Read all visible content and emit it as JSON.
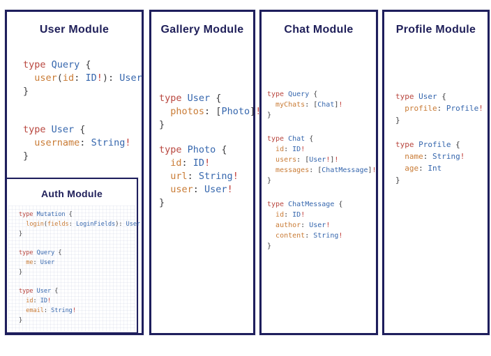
{
  "colors": {
    "keyword_red": "#b8463e",
    "type_blue": "#3566ad",
    "field_orange": "#c97b35",
    "punctuation_dark": "#3d3d3f",
    "bang_red": "#c03a35",
    "title_navy": "#20205a",
    "border_navy": "#1e1e5c"
  },
  "modules": [
    {
      "name": "user",
      "title": "User Module",
      "blocks": [
        [
          [
            [
              "k",
              "type "
            ],
            [
              "t",
              "Query "
            ],
            [
              "p",
              "{"
            ]
          ],
          [
            [
              "p",
              "  "
            ],
            [
              "f",
              "user"
            ],
            [
              "p",
              "("
            ],
            [
              "f",
              "id"
            ],
            [
              "p",
              ": "
            ],
            [
              "t",
              "ID"
            ],
            [
              "b",
              "!"
            ],
            [
              "p",
              "): "
            ],
            [
              "t",
              "User"
            ]
          ],
          [
            [
              "p",
              "}"
            ]
          ]
        ],
        [
          [
            [
              "k",
              "type "
            ],
            [
              "t",
              "User "
            ],
            [
              "p",
              "{"
            ]
          ],
          [
            [
              "p",
              "  "
            ],
            [
              "f",
              "username"
            ],
            [
              "p",
              ": "
            ],
            [
              "t",
              "String"
            ],
            [
              "b",
              "!"
            ]
          ],
          [
            [
              "p",
              "}"
            ]
          ]
        ]
      ]
    },
    {
      "name": "gallery",
      "title": "Gallery Module",
      "blocks": [
        [
          [
            [
              "k",
              "type "
            ],
            [
              "t",
              "User "
            ],
            [
              "p",
              "{"
            ]
          ],
          [
            [
              "p",
              "  "
            ],
            [
              "f",
              "photos"
            ],
            [
              "p",
              ": ["
            ],
            [
              "t",
              "Photo"
            ],
            [
              "p",
              "]"
            ],
            [
              "b",
              "!"
            ]
          ],
          [
            [
              "p",
              "}"
            ]
          ]
        ],
        [
          [
            [
              "k",
              "type "
            ],
            [
              "t",
              "Photo "
            ],
            [
              "p",
              "{"
            ]
          ],
          [
            [
              "p",
              "  "
            ],
            [
              "f",
              "id"
            ],
            [
              "p",
              ": "
            ],
            [
              "t",
              "ID"
            ],
            [
              "b",
              "!"
            ]
          ],
          [
            [
              "p",
              "  "
            ],
            [
              "f",
              "url"
            ],
            [
              "p",
              ": "
            ],
            [
              "t",
              "String"
            ],
            [
              "b",
              "!"
            ]
          ],
          [
            [
              "p",
              "  "
            ],
            [
              "f",
              "user"
            ],
            [
              "p",
              ": "
            ],
            [
              "t",
              "User"
            ],
            [
              "b",
              "!"
            ]
          ],
          [
            [
              "p",
              "}"
            ]
          ]
        ]
      ]
    },
    {
      "name": "chat",
      "title": "Chat Module",
      "blocks": [
        [
          [
            [
              "k",
              "type "
            ],
            [
              "t",
              "Query "
            ],
            [
              "p",
              "{"
            ]
          ],
          [
            [
              "p",
              "  "
            ],
            [
              "f",
              "myChats"
            ],
            [
              "p",
              ": ["
            ],
            [
              "t",
              "Chat"
            ],
            [
              "p",
              "]"
            ],
            [
              "b",
              "!"
            ]
          ],
          [
            [
              "p",
              "}"
            ]
          ]
        ],
        [
          [
            [
              "k",
              "type "
            ],
            [
              "t",
              "Chat "
            ],
            [
              "p",
              "{"
            ]
          ],
          [
            [
              "p",
              "  "
            ],
            [
              "f",
              "id"
            ],
            [
              "p",
              ": "
            ],
            [
              "t",
              "ID"
            ],
            [
              "b",
              "!"
            ]
          ],
          [
            [
              "p",
              "  "
            ],
            [
              "f",
              "users"
            ],
            [
              "p",
              ": ["
            ],
            [
              "t",
              "User"
            ],
            [
              "b",
              "!"
            ],
            [
              "p",
              "]"
            ],
            [
              "b",
              "!"
            ]
          ],
          [
            [
              "p",
              "  "
            ],
            [
              "f",
              "messages"
            ],
            [
              "p",
              ": ["
            ],
            [
              "t",
              "ChatMessage"
            ],
            [
              "p",
              "]"
            ],
            [
              "b",
              "!"
            ]
          ],
          [
            [
              "p",
              "}"
            ]
          ]
        ],
        [
          [
            [
              "k",
              "type "
            ],
            [
              "t",
              "ChatMessage "
            ],
            [
              "p",
              "{"
            ]
          ],
          [
            [
              "p",
              "  "
            ],
            [
              "f",
              "id"
            ],
            [
              "p",
              ": "
            ],
            [
              "t",
              "ID"
            ],
            [
              "b",
              "!"
            ]
          ],
          [
            [
              "p",
              "  "
            ],
            [
              "f",
              "author"
            ],
            [
              "p",
              ": "
            ],
            [
              "t",
              "User"
            ],
            [
              "b",
              "!"
            ]
          ],
          [
            [
              "p",
              "  "
            ],
            [
              "f",
              "content"
            ],
            [
              "p",
              ": "
            ],
            [
              "t",
              "String"
            ],
            [
              "b",
              "!"
            ]
          ],
          [
            [
              "p",
              "}"
            ]
          ]
        ]
      ]
    },
    {
      "name": "profile",
      "title": "Profile Module",
      "blocks": [
        [
          [
            [
              "k",
              "type "
            ],
            [
              "t",
              "User "
            ],
            [
              "p",
              "{"
            ]
          ],
          [
            [
              "p",
              "  "
            ],
            [
              "f",
              "profile"
            ],
            [
              "p",
              ": "
            ],
            [
              "t",
              "Profile"
            ],
            [
              "b",
              "!"
            ]
          ],
          [
            [
              "p",
              "}"
            ]
          ]
        ],
        [
          [
            [
              "k",
              "type "
            ],
            [
              "t",
              "Profile "
            ],
            [
              "p",
              "{"
            ]
          ],
          [
            [
              "p",
              "  "
            ],
            [
              "f",
              "name"
            ],
            [
              "p",
              ": "
            ],
            [
              "t",
              "String"
            ],
            [
              "b",
              "!"
            ]
          ],
          [
            [
              "p",
              "  "
            ],
            [
              "f",
              "age"
            ],
            [
              "p",
              ": "
            ],
            [
              "t",
              "Int"
            ]
          ],
          [
            [
              "p",
              "}"
            ]
          ]
        ]
      ]
    },
    {
      "name": "auth",
      "title": "Auth Module",
      "blocks": [
        [
          [
            [
              "k",
              "type "
            ],
            [
              "t",
              "Mutation "
            ],
            [
              "p",
              "{"
            ]
          ],
          [
            [
              "p",
              "  "
            ],
            [
              "f",
              "login"
            ],
            [
              "p",
              "("
            ],
            [
              "f",
              "fields"
            ],
            [
              "p",
              ": "
            ],
            [
              "t",
              "LoginFields"
            ],
            [
              "p",
              "): "
            ],
            [
              "t",
              "User"
            ]
          ],
          [
            [
              "p",
              "}"
            ]
          ]
        ],
        [
          [
            [
              "k",
              "type "
            ],
            [
              "t",
              "Query "
            ],
            [
              "p",
              "{"
            ]
          ],
          [
            [
              "p",
              "  "
            ],
            [
              "f",
              "me"
            ],
            [
              "p",
              ": "
            ],
            [
              "t",
              "User"
            ]
          ],
          [
            [
              "p",
              "}"
            ]
          ]
        ],
        [
          [
            [
              "k",
              "type "
            ],
            [
              "t",
              "User "
            ],
            [
              "p",
              "{"
            ]
          ],
          [
            [
              "p",
              "  "
            ],
            [
              "f",
              "id"
            ],
            [
              "p",
              ": "
            ],
            [
              "t",
              "ID"
            ],
            [
              "b",
              "!"
            ]
          ],
          [
            [
              "p",
              "  "
            ],
            [
              "f",
              "email"
            ],
            [
              "p",
              ": "
            ],
            [
              "t",
              "String"
            ],
            [
              "b",
              "!"
            ]
          ],
          [
            [
              "p",
              "}"
            ]
          ]
        ]
      ]
    }
  ]
}
